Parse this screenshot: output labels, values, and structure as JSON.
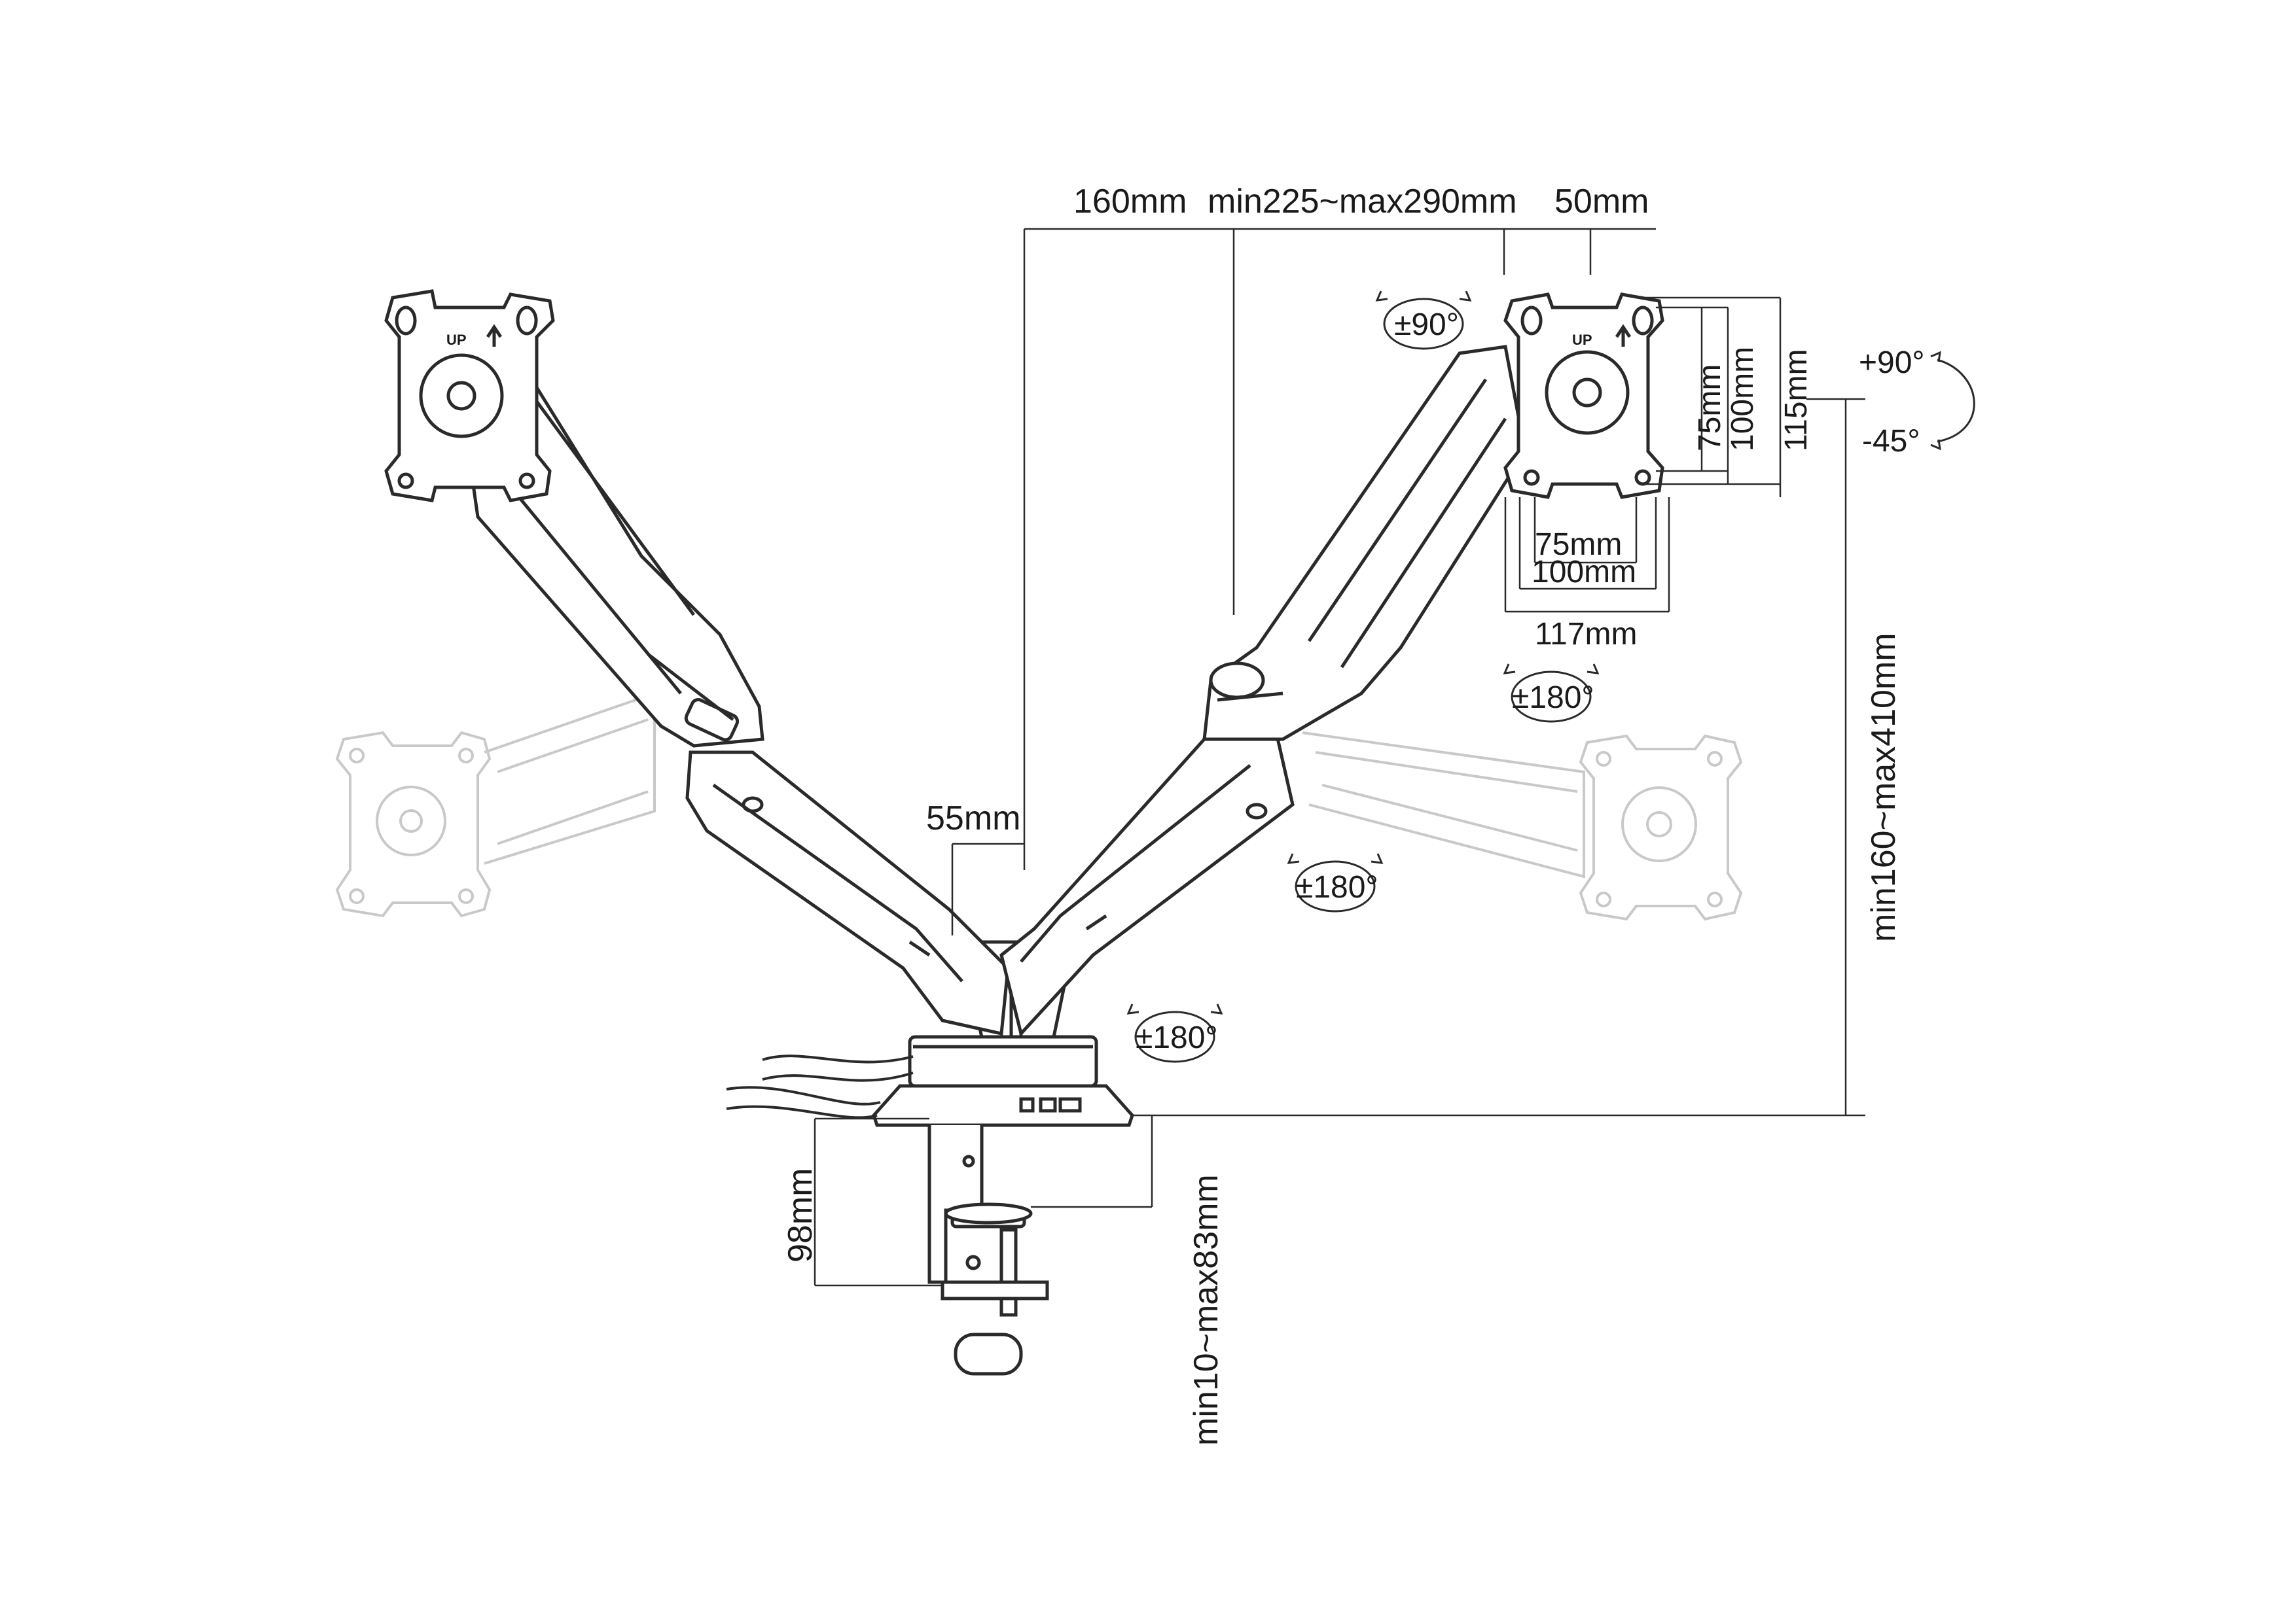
{
  "dimensions": {
    "arm_offset": "160mm",
    "arm_reach": "min225~max290mm",
    "head_depth": "50mm",
    "pole_width": "55mm",
    "height_range": "min160~max410mm",
    "clamp_height": "98mm",
    "desk_thickness": "min10~max83mm",
    "vesa_v75": "75mm",
    "vesa_v100": "100mm",
    "plate_height": "115mm",
    "vesa_h75": "75mm",
    "vesa_h100": "100mm",
    "plate_width": "117mm"
  },
  "rotations": {
    "rotate_90": "±90°",
    "rotate_180_head": "±180°",
    "rotate_180_mid": "±180°",
    "rotate_180_base": "±180°",
    "tilt_up": "+90°",
    "tilt_down": "-45°"
  },
  "plate_mark": "UP",
  "colors": {
    "line": "#2a2a2a",
    "ghost": "#c9c9c9"
  }
}
